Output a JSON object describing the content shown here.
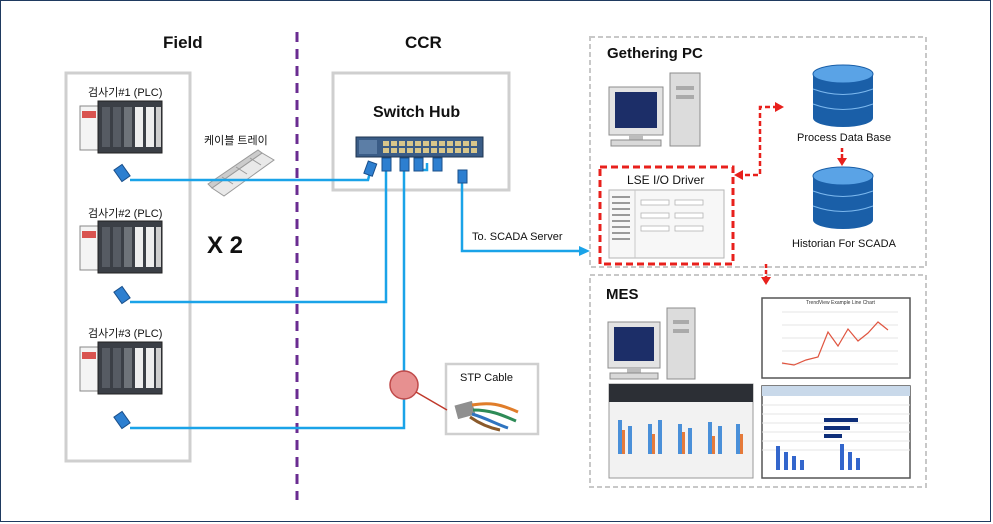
{
  "zones": {
    "field": "Field",
    "ccr": "CCR",
    "gathering": "Gethering PC",
    "mes": "MES"
  },
  "field": {
    "devices": [
      "검사기#1 (PLC)",
      "검사기#2 (PLC)",
      "검사기#3 (PLC)"
    ],
    "tray": "케이블 트레이",
    "multiplier": "X 2"
  },
  "ccr": {
    "switch": "Switch Hub",
    "uplink": "To. SCADA Server",
    "cable": "STP Cable"
  },
  "gathering": {
    "driver": "LSE I/O Driver",
    "db1": "Process Data Base",
    "db2": "Historian For SCADA"
  },
  "mes": {
    "chart_title": "TrendView Example Line Chart"
  },
  "colors": {
    "link": "#1aa3e8",
    "alert": "#e8201c",
    "divider": "#6a2c91",
    "box": "#cccccc"
  }
}
